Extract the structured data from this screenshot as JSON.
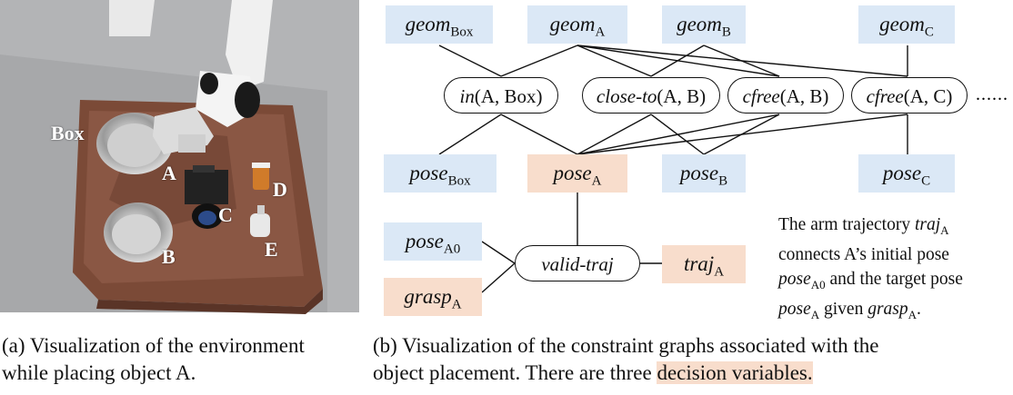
{
  "photo_labels": {
    "box": "Box",
    "a": "A",
    "b": "B",
    "c": "C",
    "d": "D",
    "e": "E"
  },
  "top_nodes": {
    "geom_box": {
      "base": "geom",
      "sub": "Box"
    },
    "geom_a": {
      "base": "geom",
      "sub": "A"
    },
    "geom_b": {
      "base": "geom",
      "sub": "B"
    },
    "geom_c": {
      "base": "geom",
      "sub": "C"
    }
  },
  "constraints": {
    "in": {
      "name": "in",
      "args": "(A, Box)"
    },
    "close_to": {
      "name": "close-to",
      "args": "(A, B)"
    },
    "cfree_ab": {
      "name": "cfree",
      "args": "(A, B)"
    },
    "cfree_ac": {
      "name": "cfree",
      "args": "(A, C)"
    },
    "ellipsis": "......"
  },
  "pose_nodes": {
    "pose_box": {
      "base": "pose",
      "sub": "Box"
    },
    "pose_a": {
      "base": "pose",
      "sub": "A"
    },
    "pose_b": {
      "base": "pose",
      "sub": "B"
    },
    "pose_c": {
      "base": "pose",
      "sub": "C"
    }
  },
  "traj_nodes": {
    "pose_a0": {
      "base": "pose",
      "sub": "A0"
    },
    "grasp_a": {
      "base": "grasp",
      "sub": "A"
    },
    "valid_traj": "valid-traj",
    "traj_a": {
      "base": "traj",
      "sub": "A"
    }
  },
  "note": {
    "l1_text": "The arm trajectory ",
    "l1_var": "traj",
    "l1_sub": "A",
    "l2_text": "connects A’s initial pose",
    "l3_var": "pose",
    "l3_sub": "A0",
    "l3_text": " and the target pose",
    "l4_var": "pose",
    "l4_sub": "A",
    "l4_text": " given ",
    "l4_var2": "grasp",
    "l4_sub2": "A",
    "l4_end": "."
  },
  "captions": {
    "a_line1": "(a) Visualization of the environment",
    "a_line2": "while placing object A.",
    "b_line1": "(b) Visualization of the constraint graphs associated with the",
    "b_line2_pre": "object placement. There are three ",
    "b_line2_hl": "decision variables."
  },
  "colors": {
    "variable_fixed": "#dbe8f6",
    "decision_variable": "#f8ddcc",
    "tray": "#7a4a37"
  }
}
